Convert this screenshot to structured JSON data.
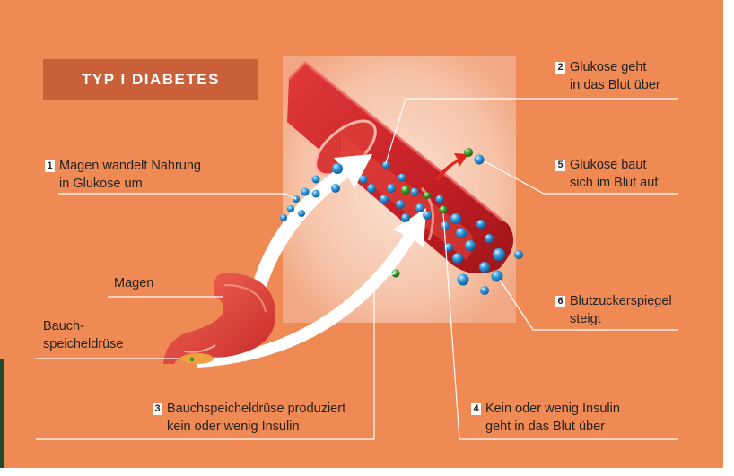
{
  "title": "TYP I DIABETES",
  "colors": {
    "background": "#f08a55",
    "title_box": "#c9603a",
    "vessel": "#c8202a",
    "glucose": "#1e8fd6",
    "insulin": "#3a9a2a",
    "arrow_red": "#e0261c"
  },
  "labels": {
    "l1": {
      "num": "1",
      "line1": "Magen wandelt Nahrung",
      "line2": "in Glukose um"
    },
    "l2": {
      "num": "2",
      "line1": "Glukose geht",
      "line2": "in das Blut über"
    },
    "l3": {
      "num": "3",
      "line1": "Bauchspeicheldrüse produziert",
      "line2": "kein oder wenig Insulin"
    },
    "l4": {
      "num": "4",
      "line1": "Kein oder wenig Insulin",
      "line2": "geht in das Blut über"
    },
    "l5": {
      "num": "5",
      "line1": "Glukose baut",
      "line2": "sich im Blut auf"
    },
    "l6": {
      "num": "6",
      "line1": "Blutzuckerspiegel",
      "line2": "steigt"
    },
    "magen": "Magen",
    "bauch1": "Bauch-",
    "bauch2": "speicheldrüse"
  }
}
